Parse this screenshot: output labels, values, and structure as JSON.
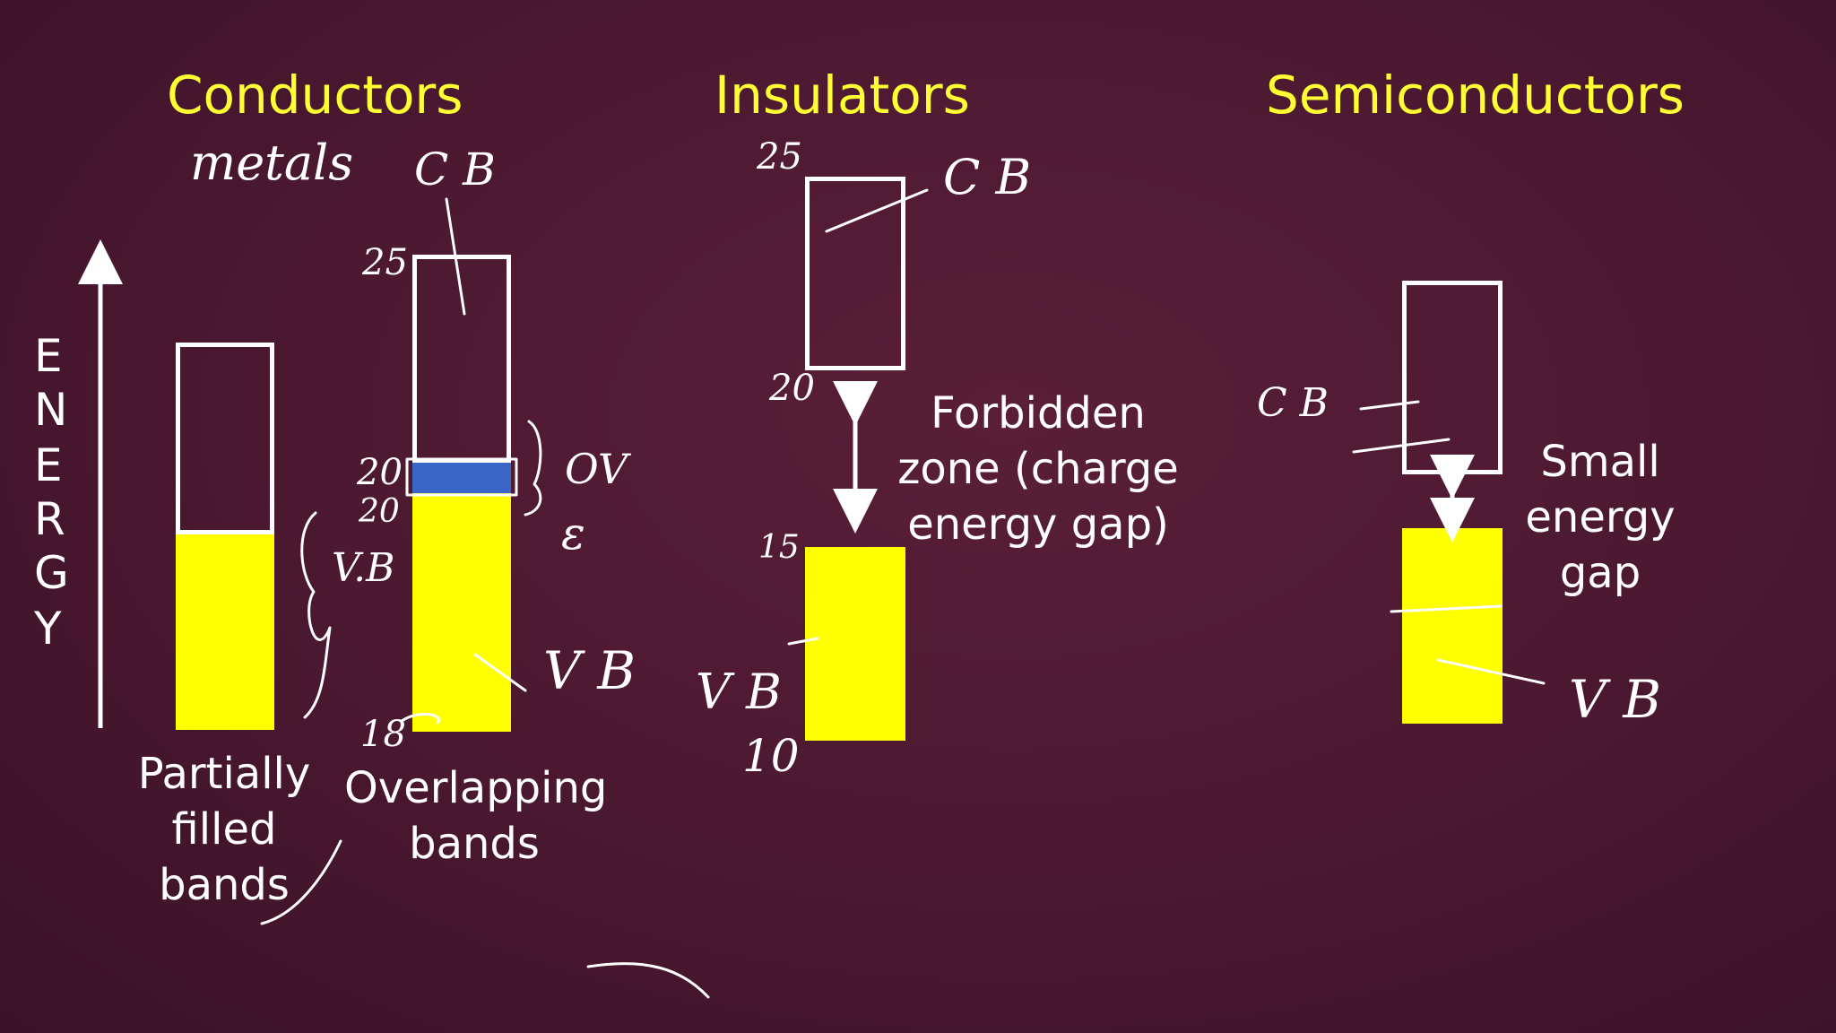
{
  "titles": {
    "conductors": "Conductors",
    "insulators": "Insulators",
    "semiconductors": "Semiconductors"
  },
  "energy_axis": {
    "letters": [
      "E",
      "N",
      "E",
      "R",
      "G",
      "Y"
    ]
  },
  "labels": {
    "partially_filled": [
      "Partially",
      "filled",
      "bands"
    ],
    "overlapping": [
      "Overlapping",
      "bands"
    ],
    "forbidden": [
      "Forbidden",
      "zone (charge",
      "energy gap)"
    ],
    "small_gap": [
      "Small",
      "energy",
      "gap"
    ]
  },
  "handwriting": {
    "metals": "metals",
    "cb_conductor": "C B",
    "num_25_a": "25",
    "num_20_a": "20",
    "num_20_b": "20",
    "num_18": "18",
    "vb_bracket": "V.B",
    "ov": "OV",
    "epsilon": "ε",
    "vb_conductor": "V B",
    "num_25_ins": "25",
    "cb_insulator": "C B",
    "num_20_ins": "20",
    "num_15": "15",
    "vb_insulator": "V B",
    "num_10": "10",
    "cb_semi": "C B",
    "vb_semi": "V B"
  },
  "colors": {
    "background": "#4a1830",
    "title": "#ffff33",
    "valence_band": "#ffff00",
    "overlap": "#3a66c8",
    "outline": "#ffffff"
  }
}
